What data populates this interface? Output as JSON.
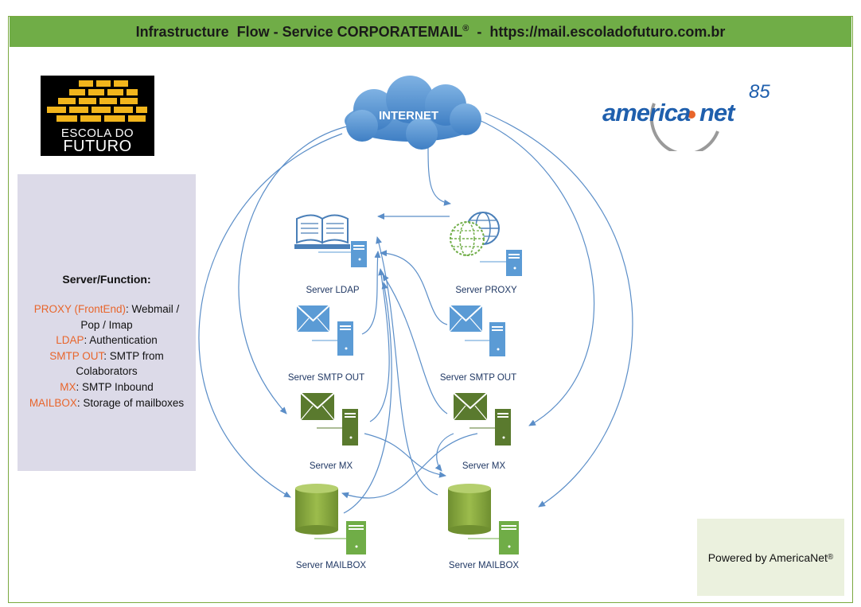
{
  "header": {
    "title": "Infrastructure  Flow - Service CORPORATEMAIL",
    "reg": "®",
    "url": "  -  https://mail.escoladofuturo.com.br"
  },
  "logo_left": {
    "line1": "ESCOLA DO",
    "line2": "FUTURO"
  },
  "logo_right": {
    "word1": "america",
    "word2": "net",
    "number": "85"
  },
  "legend": {
    "title": "Server/Function:",
    "items": [
      {
        "key": "PROXY (FrontEnd)",
        "desc": ": Webmail / Pop / Imap"
      },
      {
        "key": "LDAP",
        "desc": ":  Authentication"
      },
      {
        "key": "SMTP OUT",
        "desc": ": SMTP from Colaborators"
      },
      {
        "key": "MX",
        "desc": ": SMTP Inbound"
      },
      {
        "key": "MAILBOX",
        "desc": ": Storage of mailboxes"
      }
    ]
  },
  "diagram": {
    "internet": "INTERNET",
    "nodes": {
      "ldap": "Server  LDAP",
      "proxy": "Server PROXY",
      "smtp_out_left": "Server SMTP OUT",
      "smtp_out_right": "Server SMTP OUT",
      "mx_left": "Server MX",
      "mx_right": "Server MX",
      "mailbox_left": "Server MAILBOX",
      "mailbox_right": "Server MAILBOX"
    }
  },
  "footer": {
    "powered": "Powered by AmericaNet",
    "reg": "®"
  },
  "colors": {
    "header_bg": "#70ad47",
    "legend_bg": "#dcdae8",
    "legend_key": "#e8652b",
    "arrow": "#5b8ec8",
    "server_blue": "#5b9bd5",
    "server_green": "#5a7a2e",
    "brand_blue": "#1f5fad"
  }
}
